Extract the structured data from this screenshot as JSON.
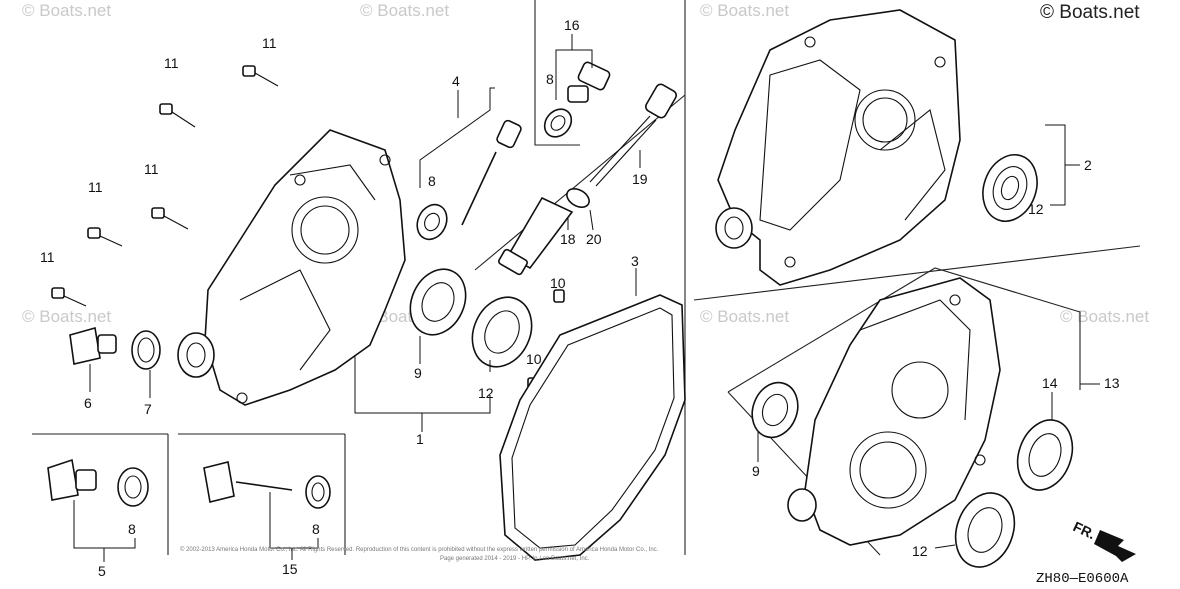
{
  "watermarks": {
    "text": "© Boats.net",
    "copyright_corner": "© Boats.net"
  },
  "diagram_code": "ZH80—E0600A",
  "direction_label": "FR.",
  "fine_print": {
    "line1": "© 2002-2013 America Honda Motor Co., Inc. All Rights Reserved. Reproduction of this content is prohibited without the express written permission of America Honda Motor Co., Inc.",
    "line2": "Page generated 2014 - 2019 - HP. In / on Boats.net, Inc."
  },
  "callouts": {
    "c1": "1",
    "c2": "2",
    "c3": "3",
    "c4": "4",
    "c5": "5",
    "c6": "6",
    "c7": "7",
    "c8a": "8",
    "c8b": "8",
    "c8c": "8",
    "c8d": "8",
    "c9a": "9",
    "c9b": "9",
    "c10a": "10",
    "c10b": "10",
    "c11a": "11",
    "c11b": "11",
    "c11c": "11",
    "c11d": "11",
    "c11e": "11",
    "c12a": "12",
    "c12b": "12",
    "c12c": "12",
    "c13": "13",
    "c14": "14",
    "c15": "15",
    "c16": "16",
    "c18": "18",
    "c19": "19",
    "c20": "20"
  }
}
